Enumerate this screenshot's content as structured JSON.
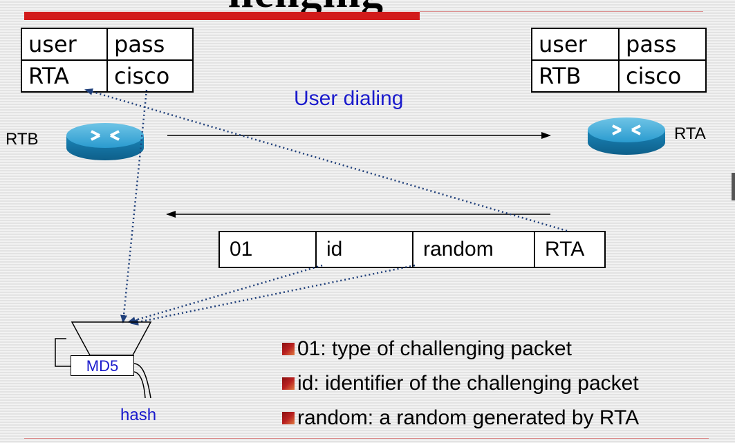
{
  "title_fragment": "llenging",
  "left_table": {
    "headers": [
      "user",
      "pass"
    ],
    "row": [
      "RTA",
      "cisco"
    ]
  },
  "right_table": {
    "headers": [
      "user",
      "pass"
    ],
    "row": [
      "RTB",
      "cisco"
    ]
  },
  "user_dialing_label": "User dialing",
  "left_router_label": "RTB",
  "right_router_label": "RTA",
  "packet_fields": [
    "01",
    "id",
    "random",
    "RTA"
  ],
  "md5_label": "MD5",
  "hash_label": "hash",
  "bullets": [
    "01: type of challenging packet",
    "id: identifier of the challenging packet",
    "random: a random generated by RTA"
  ],
  "colors": {
    "accent_red": "#d21a1a",
    "label_blue": "#1a1acc",
    "router_blue": "#1a8fc0",
    "dotted_arrow": "#1f3f7a"
  },
  "icons": [
    "router-icon",
    "router-icon"
  ]
}
